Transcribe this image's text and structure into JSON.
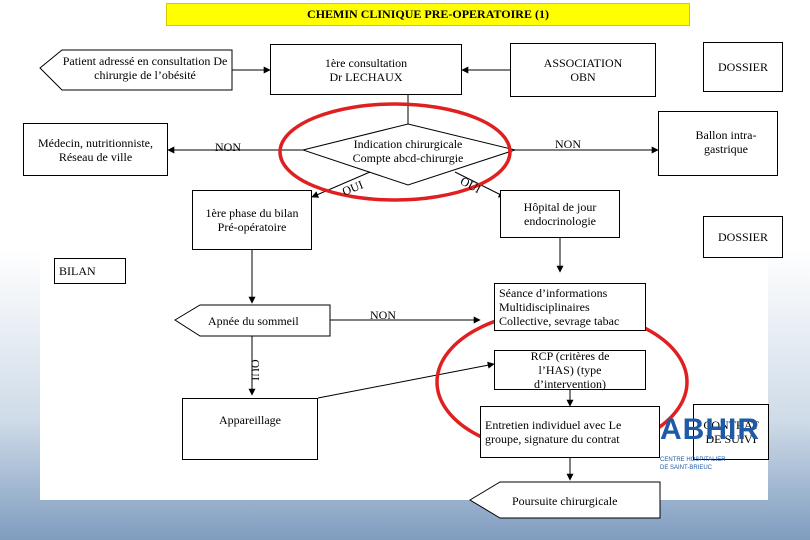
{
  "title": "CHEMIN CLINIQUE PRE-OPERATOIRE (1)",
  "nodes": {
    "patient": "Patient adressé en consultation De chirurgie de l’obésité",
    "consultation": "1ère consultation Dr LECHAUX",
    "association": "ASSOCIATION OBN",
    "dossier_top": "DOSSIER",
    "medecin": "Médecin, nutritionniste, Réseau de ville",
    "indication": "Indication chirurgicale Compte abcd-chirurgie",
    "ballon": "Ballon intra-gastrique",
    "phase1": "1ère phase du bilan Pré-opératoire",
    "hopital": "Hôpital de jour endocrinologie",
    "dossier_mid": "DOSSIER",
    "bilan": "BILAN",
    "seance": "Séance d’informations Multidisciplinaires Collective, sevrage tabac",
    "apnee": "Apnée du sommeil",
    "rcp": "RCP (critères de l’HAS) (type d’intervention)",
    "appareillage": "Appareillage",
    "entretien": "Entretien individuel avec Le groupe, signature du contrat",
    "contrat": "CONTRAT DE SUIVI",
    "poursuite": "Poursuite chirurgicale"
  },
  "edge_labels": {
    "non_left": "NON",
    "non_right": "NON",
    "oui_left": "OUI",
    "oui_right": "OUI",
    "non_mid": "NON",
    "oui_vertical": "OUI"
  },
  "logo": {
    "text": "ABHIR",
    "sub": "CENTRE HOSPITALIER DE SAINT-BRIEUC"
  },
  "colors": {
    "highlight": "#ffff00",
    "circle": "#e02020",
    "logo": "#1f5aa6"
  }
}
